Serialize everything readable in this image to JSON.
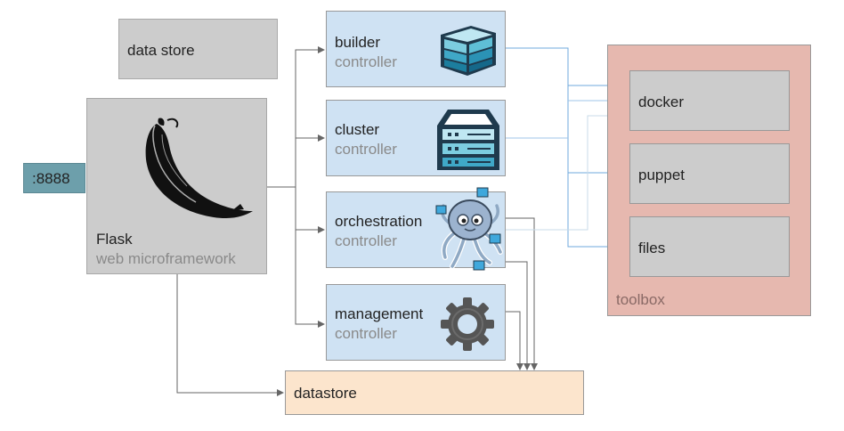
{
  "port": {
    "label": ":8888",
    "color": "#6d9fab"
  },
  "data_store": {
    "label": "data store"
  },
  "flask": {
    "title": "Flask",
    "subtitle": "web microframework",
    "icon": "flask-horn-icon"
  },
  "controllers": [
    {
      "name": "builder",
      "kind": "controller",
      "icon": "cube-icon"
    },
    {
      "name": "cluster",
      "kind": "controller",
      "icon": "server-icon"
    },
    {
      "name": "orchestration",
      "kind": "controller",
      "icon": "octopus-icon"
    },
    {
      "name": "management",
      "kind": "controller",
      "icon": "gear-icon"
    }
  ],
  "toolbox": {
    "label": "toolbox",
    "items": [
      {
        "label": "docker"
      },
      {
        "label": "puppet"
      },
      {
        "label": "files"
      }
    ]
  },
  "datastore": {
    "label": "datastore"
  },
  "colors": {
    "controller_fill": "#cfe2f3",
    "gray_fill": "#cccccc",
    "toolbox_fill": "#e6b8af",
    "datastore_fill": "#fce5cd",
    "arrow_gray": "#666666",
    "arrow_blue": "#6fa8dc"
  }
}
